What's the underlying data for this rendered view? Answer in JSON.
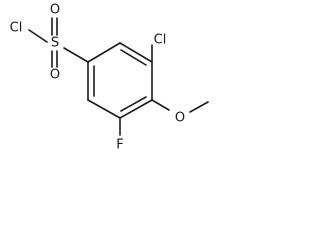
{
  "molecule": {
    "atoms": {
      "cl_sulfonyl": "Cl",
      "sulfur": "S",
      "oxygen_top": "O",
      "oxygen_bottom": "O",
      "cl_ring": "Cl",
      "oxygen_methoxy": "O",
      "fluorine": "F"
    }
  }
}
